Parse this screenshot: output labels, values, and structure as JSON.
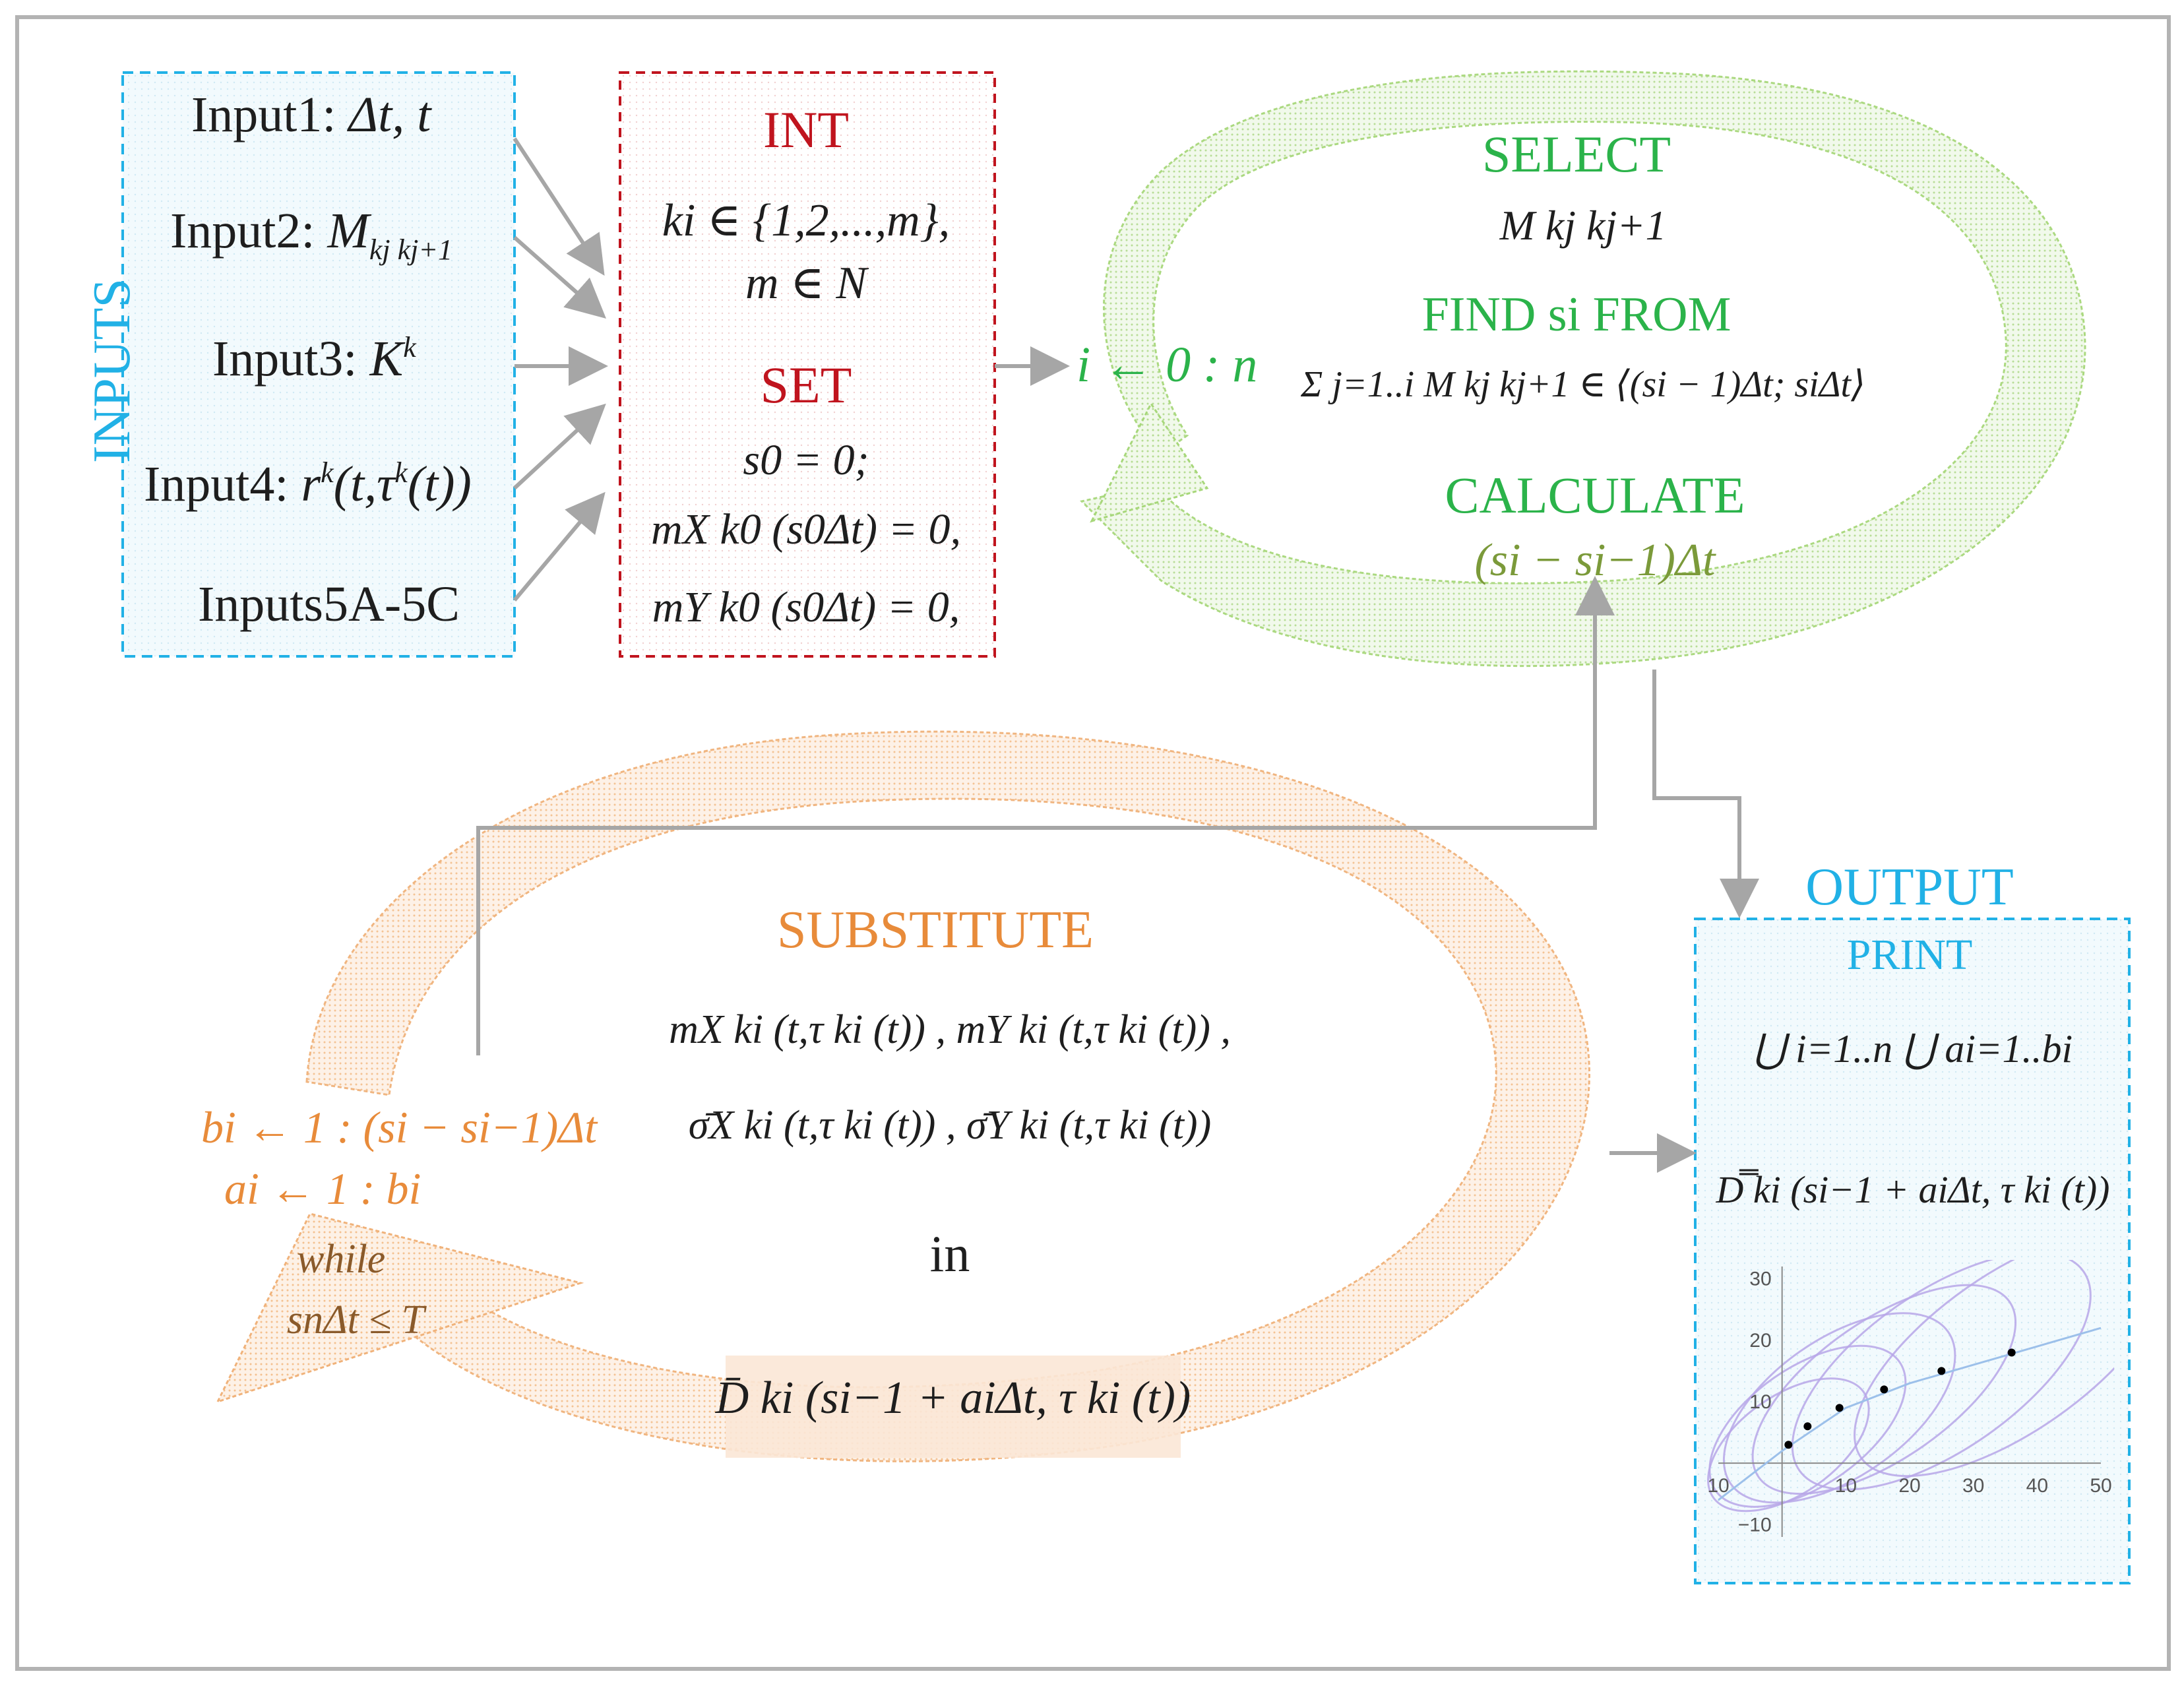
{
  "inputs": {
    "heading": "INPUTS",
    "input1": {
      "label": "Input1:",
      "math": "Δt, t"
    },
    "input2": {
      "label": "Input2:",
      "math": "M",
      "sub": "kj kj+1"
    },
    "input3": {
      "label": "Input3:",
      "math": "K",
      "sup": "k"
    },
    "input4": {
      "label": "Input4:",
      "math": "r",
      "sup": "k",
      "rest": "(t,τ",
      "rest_sup": "k",
      "rest_end": "(t))"
    },
    "input5": {
      "label": "Inputs5A-5C"
    }
  },
  "int_box": {
    "int_title": "INT",
    "line1": "ki ∈ {1,2,...,m},",
    "line2": "m ∈ N",
    "set_title": "SET",
    "set1": "s0 = 0;",
    "set2": "mX k0 (s0Δt) = 0,",
    "set3": "mY k0 (s0Δt) = 0,"
  },
  "loop1": {
    "index": "i ← 0 : n",
    "select_title": "SELECT",
    "select_expr": "M kj kj+1",
    "find_title": "FIND si FROM",
    "find_expr": "Σ j=1..i M kj kj+1 ∈ ⟨(si − 1)Δt; siΔt⟩",
    "calc_title": "CALCULATE",
    "calc_expr": "(si − si−1)Δt"
  },
  "loop2": {
    "substitute_title": "SUBSTITUTE",
    "sub_line1": "mX ki (t,τ ki (t)) ,  mY ki (t,τ ki (t)) ,",
    "sub_line2": "σ̄X ki (t,τ ki (t)) ,  σ̄Y ki (t,τ ki (t))",
    "in_word": "in",
    "d_expr": "D̄ ki (si−1 + aiΔt, τ ki (t))",
    "b_index": "bi ← 1 : (si − si−1)Δt",
    "a_index": "ai ← 1 : bi",
    "while_word": "while",
    "while_cond": "snΔt ≤ T"
  },
  "output": {
    "heading": "OUTPUT",
    "print_title": "PRINT",
    "union_expr": "⋃ i=1..n ⋃ ai=1..bi",
    "d_expr": "D̿ ki (si−1 + aiΔt, τ ki (t))",
    "plot": {
      "y_ticks": [
        "30",
        "20",
        "10",
        "−10"
      ],
      "x_ticks": [
        "10",
        "10",
        "20",
        "30",
        "40",
        "50"
      ]
    }
  },
  "colors": {
    "inputs_blue": "#21b1e6",
    "int_red": "#c0141e",
    "loop_green": "#2bb34a",
    "loop_orange": "#e88b3a",
    "arrow_gray": "#a6a6a6"
  },
  "chart_data": {
    "type": "scatter",
    "x_range": [
      -10,
      50
    ],
    "y_range": [
      -12,
      32
    ],
    "points": [
      {
        "x": 1,
        "y": 3
      },
      {
        "x": 4,
        "y": 6
      },
      {
        "x": 9,
        "y": 9
      },
      {
        "x": 16,
        "y": 12
      },
      {
        "x": 25,
        "y": 15
      },
      {
        "x": 36,
        "y": 18
      }
    ],
    "ellipses": [
      {
        "x": 1,
        "y": 3,
        "rx": 9,
        "ry": 5,
        "angle": 35
      },
      {
        "x": 4,
        "y": 6,
        "rx": 11,
        "ry": 6,
        "angle": 35
      },
      {
        "x": 9,
        "y": 9,
        "rx": 13,
        "ry": 7,
        "angle": 35
      },
      {
        "x": 16,
        "y": 12,
        "rx": 15,
        "ry": 7,
        "angle": 35
      },
      {
        "x": 25,
        "y": 15,
        "rx": 17,
        "ry": 8,
        "angle": 35
      },
      {
        "x": 36,
        "y": 18,
        "rx": 18,
        "ry": 8,
        "angle": 35
      }
    ],
    "trend": [
      [
        -10,
        -6
      ],
      [
        0,
        2
      ],
      [
        10,
        9
      ],
      [
        20,
        13
      ],
      [
        30,
        16
      ],
      [
        40,
        19
      ],
      [
        50,
        22
      ]
    ]
  }
}
